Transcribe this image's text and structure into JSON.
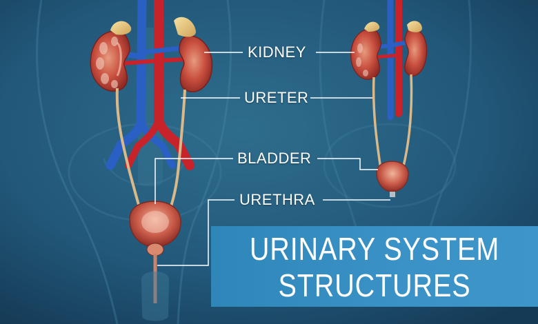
{
  "labels": {
    "kidney": "KIDNEY",
    "ureter": "URETER",
    "bladder": "BLADDER",
    "urethra": "URETHRA"
  },
  "title": {
    "line1": "URINARY SYSTEM",
    "line2": "STRUCTURES"
  },
  "colors": {
    "background": "#1d4f6b",
    "banner": "#3a92c6",
    "kidney": "#c24a3c",
    "artery": "#c8222b",
    "vein": "#2a5fc4",
    "ureter": "#d9b98a",
    "leader_line": "#ffffff"
  }
}
